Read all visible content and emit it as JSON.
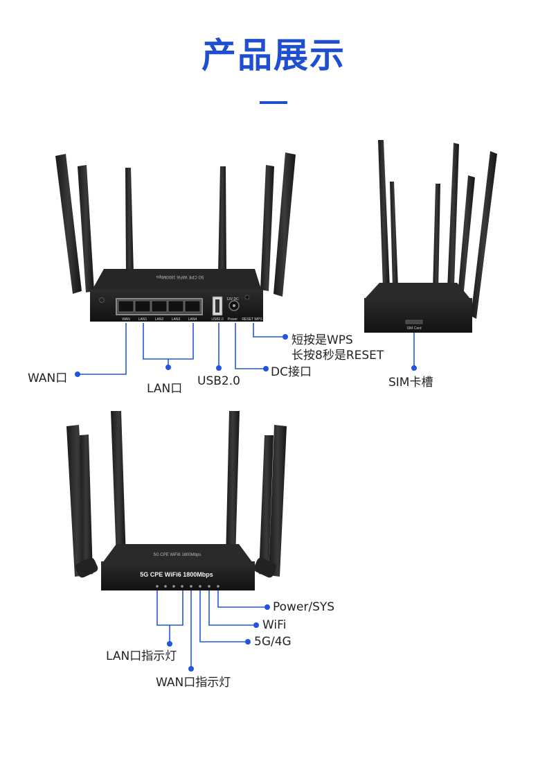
{
  "title": "产品展示",
  "accent_color": "#1f4fd1",
  "back_view": {
    "top_label": "5G CPE WiFi6 1800Mbps",
    "port_labels": [
      "WAN",
      "LAN1",
      "LAN2",
      "LAN3",
      "LAN4",
      "USB2.0",
      "Power",
      "RESET WPS"
    ],
    "dc_label": "12V DC"
  },
  "side_view": {
    "slot_label": "SIM Card"
  },
  "front_view": {
    "face_label": "5G CPE WiFi6 1800Mbps",
    "top_label": "5G CPE WiFi6 1800Mbps"
  },
  "callouts": {
    "wps_line1": "短按是WPS",
    "wps_line2": "长按8秒是RESET",
    "wan": "WAN口",
    "lan": "LAN口",
    "usb": "USB2.0",
    "dc": "DC接口",
    "sim": "SIM卡槽",
    "power_sys": "Power/SYS",
    "wifi": "WiFi",
    "net": "5G/4G",
    "lan_led": "LAN口指示灯",
    "wan_led": "WAN口指示灯"
  }
}
